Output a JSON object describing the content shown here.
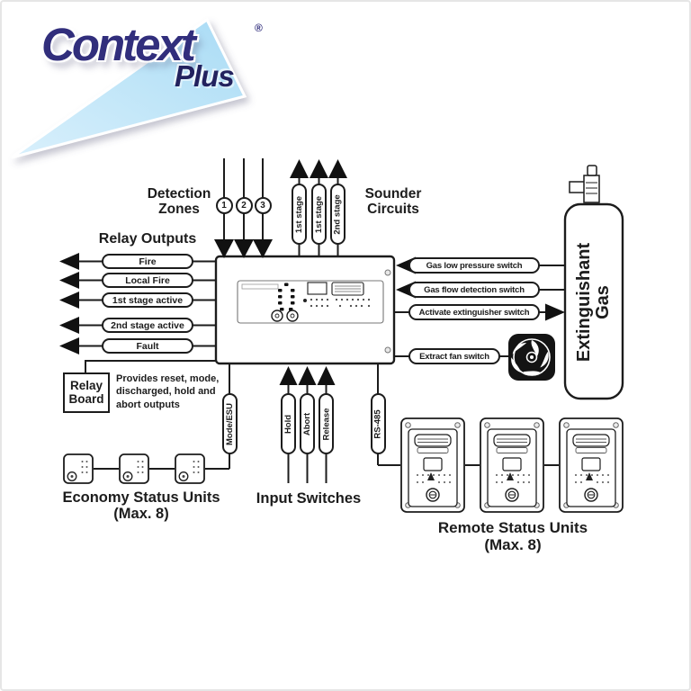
{
  "logo": {
    "brand": "Context",
    "registered_mark": "®",
    "sub_brand": "Plus"
  },
  "colors": {
    "logo_navy": "#312e7c",
    "logo_triangle_light": "#ddf1fc",
    "logo_triangle_dark": "#a9dbf5",
    "diagram_line": "#1c1c1c"
  },
  "detection_zones": {
    "title_line1": "Detection",
    "title_line2": "Zones",
    "zone_numbers": [
      "1",
      "2",
      "3"
    ]
  },
  "sounder_circuits": {
    "title_line1": "Sounder",
    "title_line2": "Circuits",
    "circuits": [
      "1st stage",
      "1st stage",
      "2nd stage"
    ]
  },
  "relay_outputs": {
    "title": "Relay Outputs",
    "outputs": [
      "Fire",
      "Local Fire",
      "1st stage active",
      "2nd stage active",
      "Fault"
    ]
  },
  "relay_board": {
    "title_line1": "Relay",
    "title_line2": "Board",
    "description": "Provides reset, mode, discharged, hold and abort outputs"
  },
  "gas_switches": {
    "items": [
      "Gas low pressure switch",
      "Gas flow detection switch",
      "Activate extinguisher switch",
      "Extract fan switch"
    ]
  },
  "cylinder": {
    "label_line1": "Extinguishant",
    "label_line2": "Gas"
  },
  "input_switches": {
    "title": "Input Switches",
    "switches": [
      "Hold",
      "Abort",
      "Release"
    ]
  },
  "bus_labels": {
    "mode_esu": "Mode/ESU",
    "rs485": "RS-485"
  },
  "economy_status_units": {
    "title": "Economy Status Units",
    "subtitle": "(Max. 8)"
  },
  "remote_status_units": {
    "title": "Remote Status Units",
    "subtitle": "(Max. 8)"
  }
}
